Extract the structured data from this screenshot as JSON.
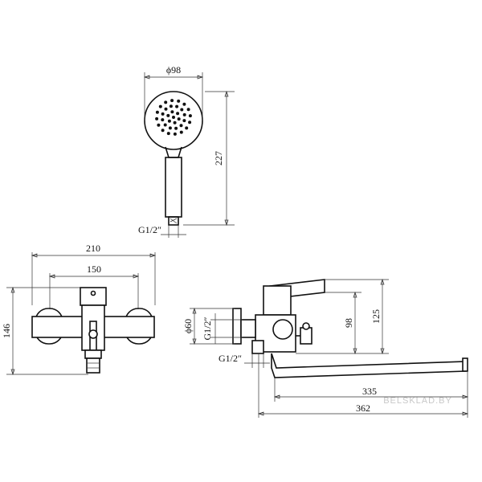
{
  "dimensions": {
    "head_diameter": "ϕ98",
    "hand_shower_length": "227",
    "hose_thread": "G1/2″",
    "overall_width": "210",
    "center_distance": "150",
    "overall_height": "146",
    "flange_diameter": "ϕ60",
    "inlet_thread": "G1/2″",
    "outlet_thread": "G1/2″",
    "lever_height": "98",
    "body_height": "125",
    "spout_reach": "335",
    "total_reach": "362"
  },
  "watermark": "BELSKLAD.BY"
}
